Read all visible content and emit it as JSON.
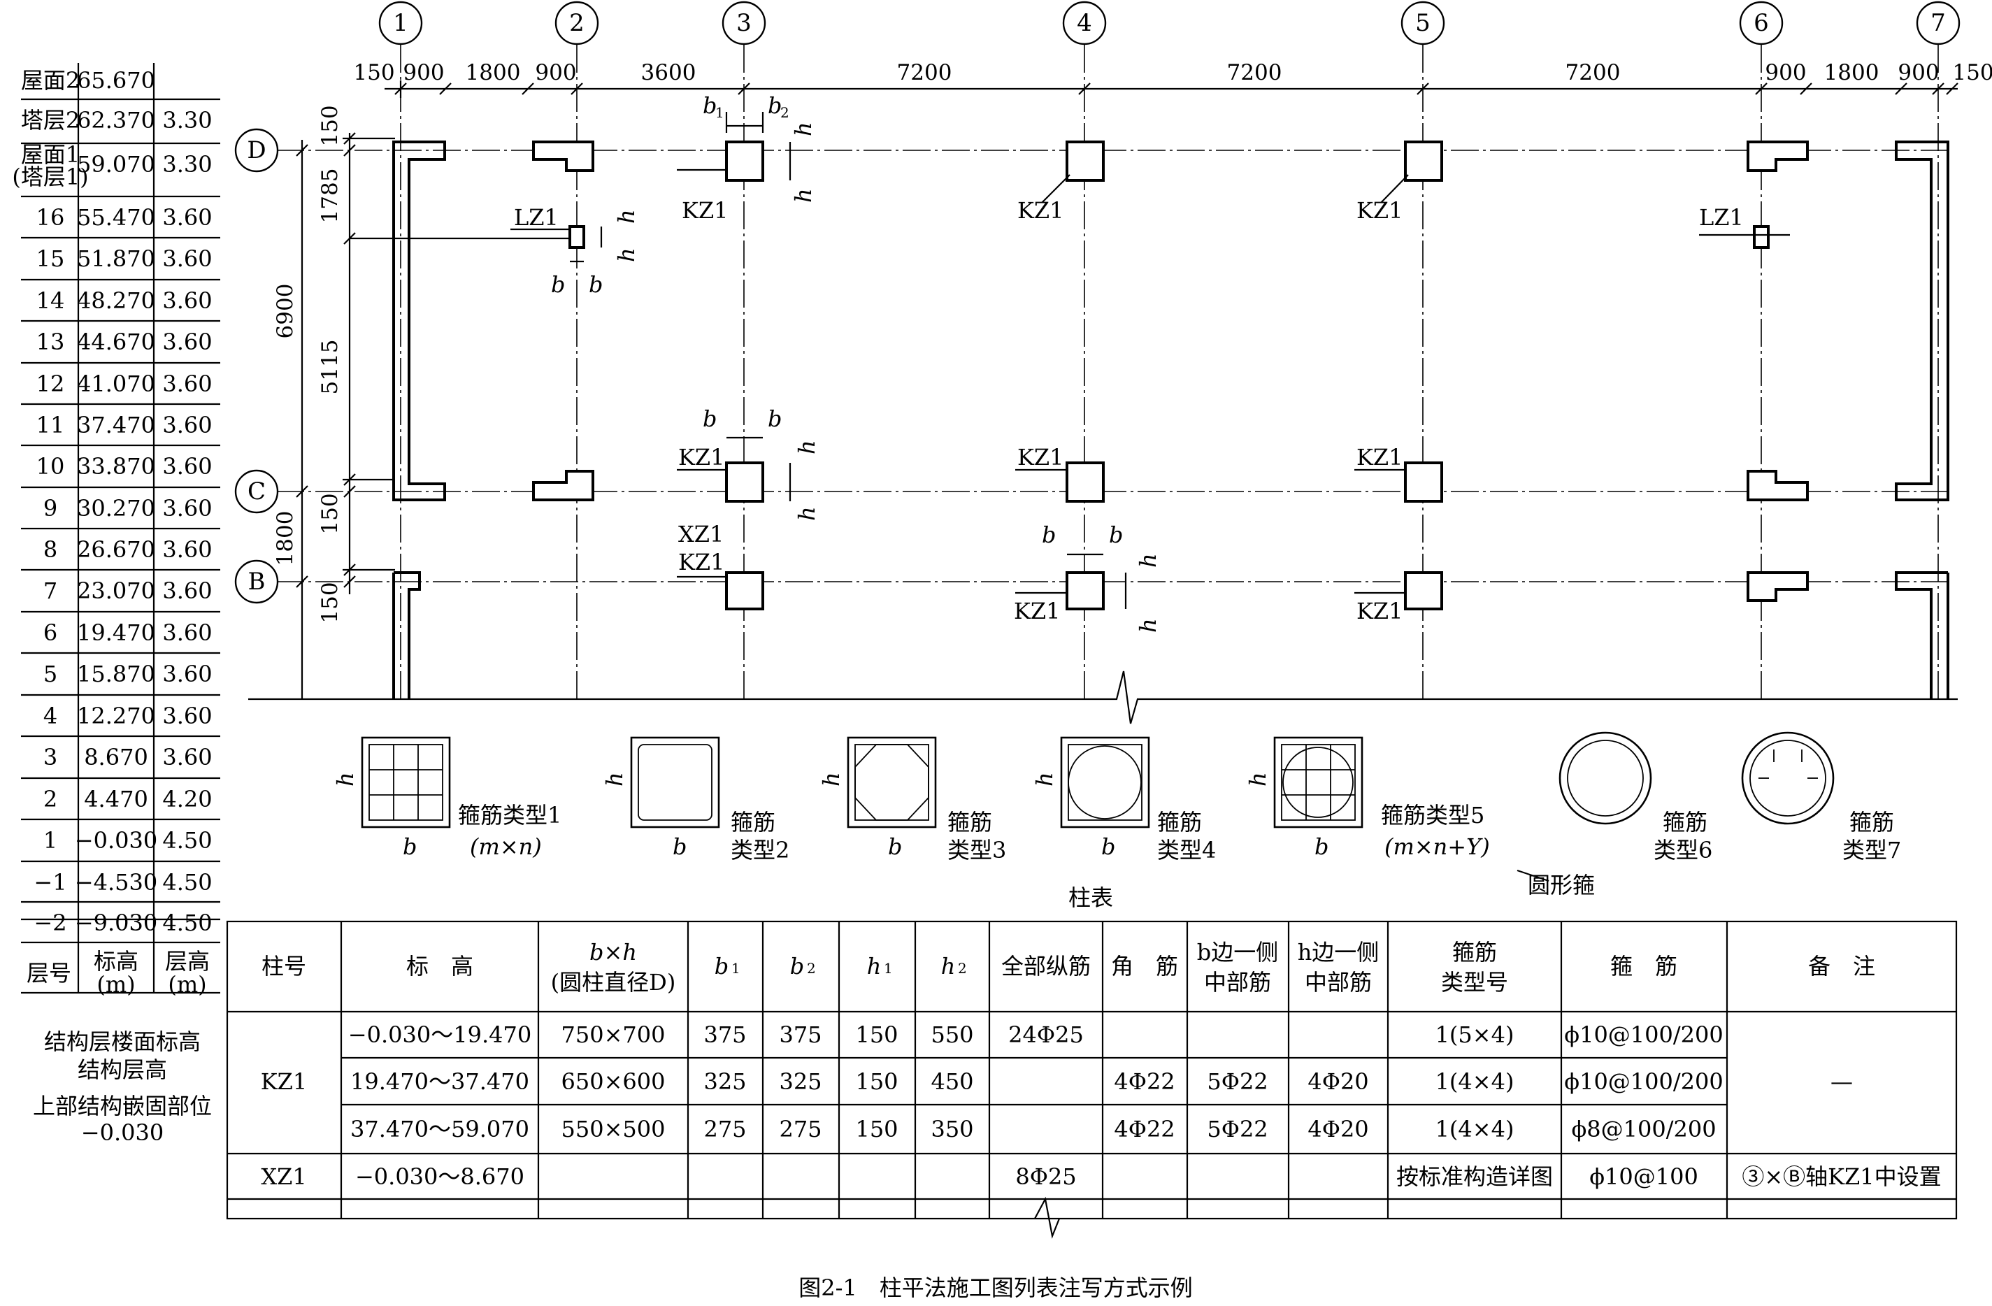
{
  "axes": {
    "numbered": [
      "1",
      "2",
      "3",
      "4",
      "5",
      "6",
      "7"
    ],
    "lettered": [
      "D",
      "C",
      "B"
    ]
  },
  "dimensions": {
    "top": [
      "150",
      "900",
      "1800",
      "900",
      "3600",
      "7200",
      "7200",
      "7200",
      "900",
      "1800",
      "900",
      "150"
    ],
    "left": [
      "150",
      "1785",
      "5115",
      "150",
      "6900",
      "1800",
      "150"
    ]
  },
  "labels": {
    "kz1": "KZ1",
    "lz1": "LZ1",
    "xz1": "XZ1",
    "b": "b",
    "h": "h",
    "sub1": "1",
    "sub2": "2"
  },
  "floor_table": {
    "rows": [
      {
        "floor": "屋面2",
        "elev": "65.670",
        "height": ""
      },
      {
        "floor": "塔层2",
        "elev": "62.370",
        "height": "3.30"
      },
      {
        "floor": "屋面1",
        "floor2": "(塔层1)",
        "elev": "59.070",
        "height": "3.30"
      },
      {
        "floor": "16",
        "elev": "55.470",
        "height": "3.60"
      },
      {
        "floor": "15",
        "elev": "51.870",
        "height": "3.60"
      },
      {
        "floor": "14",
        "elev": "48.270",
        "height": "3.60"
      },
      {
        "floor": "13",
        "elev": "44.670",
        "height": "3.60"
      },
      {
        "floor": "12",
        "elev": "41.070",
        "height": "3.60"
      },
      {
        "floor": "11",
        "elev": "37.470",
        "height": "3.60"
      },
      {
        "floor": "10",
        "elev": "33.870",
        "height": "3.60"
      },
      {
        "floor": "9",
        "elev": "30.270",
        "height": "3.60"
      },
      {
        "floor": "8",
        "elev": "26.670",
        "height": "3.60"
      },
      {
        "floor": "7",
        "elev": "23.070",
        "height": "3.60"
      },
      {
        "floor": "6",
        "elev": "19.470",
        "height": "3.60"
      },
      {
        "floor": "5",
        "elev": "15.870",
        "height": "3.60"
      },
      {
        "floor": "4",
        "elev": "12.270",
        "height": "3.60"
      },
      {
        "floor": "3",
        "elev": "8.670",
        "height": "3.60"
      },
      {
        "floor": "2",
        "elev": "4.470",
        "height": "4.20"
      },
      {
        "floor": "1",
        "elev": "−0.030",
        "height": "4.50"
      },
      {
        "floor": "−1",
        "elev": "−4.530",
        "height": "4.50"
      },
      {
        "floor": "−2",
        "elev": "−9.030",
        "height": "4.50"
      }
    ],
    "header_floor": "层号",
    "header_elev": [
      "标高",
      "(m)"
    ],
    "header_height": [
      "层高",
      "(m)"
    ],
    "notes": [
      "结构层楼面标高",
      "结构层高",
      "上部结构嵌固部位",
      "−0.030"
    ]
  },
  "hoop_types": [
    {
      "line1": "箍筋类型1",
      "line2": "(m×n)"
    },
    {
      "line1": "箍筋",
      "line2": "类型2"
    },
    {
      "line1": "箍筋",
      "line2": "类型3"
    },
    {
      "line1": "箍筋",
      "line2": "类型4"
    },
    {
      "line1": "箍筋类型5",
      "line2": "(m×n+Y)"
    },
    {
      "line1": "箍筋",
      "line2": "类型6"
    },
    {
      "line1": "箍筋",
      "line2": "类型7"
    }
  ],
  "circular_hoop_label": "圆形箍",
  "column_table": {
    "title": "柱表",
    "headers": {
      "col_no": "柱号",
      "elev": "标　高",
      "bxh": [
        "b×h",
        "(圆柱直径D)"
      ],
      "b1": "b",
      "b2": "b",
      "h1": "h",
      "h2": "h",
      "all_bars": "全部纵筋",
      "corner": "角　筋",
      "b_mid": [
        "b边一侧",
        "中部筋"
      ],
      "h_mid": [
        "h边一侧",
        "中部筋"
      ],
      "hoop_type": [
        "箍筋",
        "类型号"
      ],
      "hoop": "箍　筋",
      "remark": "备　注"
    },
    "rows": [
      {
        "no": "KZ1",
        "elev": "−0.030～19.470",
        "bxh": "750×700",
        "b1": "375",
        "b2": "375",
        "h1": "150",
        "h2": "550",
        "all": "24Φ25",
        "corner": "",
        "bmid": "",
        "hmid": "",
        "type": "1(5×4)",
        "hoop": "ϕ10@100/200",
        "remark": "—"
      },
      {
        "no": "",
        "elev": "19.470～37.470",
        "bxh": "650×600",
        "b1": "325",
        "b2": "325",
        "h1": "150",
        "h2": "450",
        "all": "",
        "corner": "4Φ22",
        "bmid": "5Φ22",
        "hmid": "4Φ20",
        "type": "1(4×4)",
        "hoop": "ϕ10@100/200",
        "remark": ""
      },
      {
        "no": "",
        "elev": "37.470～59.070",
        "bxh": "550×500",
        "b1": "275",
        "b2": "275",
        "h1": "150",
        "h2": "350",
        "all": "",
        "corner": "4Φ22",
        "bmid": "5Φ22",
        "hmid": "4Φ20",
        "type": "1(4×4)",
        "hoop": "ϕ8@100/200",
        "remark": ""
      },
      {
        "no": "XZ1",
        "elev": "−0.030～8.670",
        "bxh": "",
        "b1": "",
        "b2": "",
        "h1": "",
        "h2": "",
        "all": "8Φ25",
        "corner": "",
        "bmid": "",
        "hmid": "",
        "type": "按标准构造详图",
        "hoop": "ϕ10@100",
        "remark": "③×Ⓑ轴KZ1中设置"
      }
    ]
  },
  "caption": "图2-1　柱平法施工图列表注写方式示例"
}
